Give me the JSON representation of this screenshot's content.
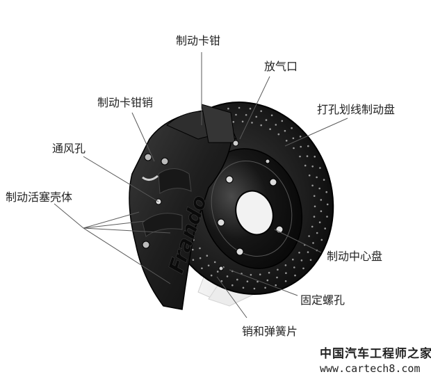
{
  "labels": {
    "caliper": "制动卡钳",
    "bleed_valve": "放气口",
    "drilled_disc": "打孔划线制动盘",
    "caliper_pin": "制动卡钳销",
    "vent_hole": "通风孔",
    "piston_housing": "制动活塞壳体",
    "center_hub": "制动中心盘",
    "mount_bolt_hole": "固定螺孔",
    "pin_and_spring": "销和弹簧片"
  },
  "brand_text": "Frando",
  "watermark": {
    "name": "中国汽车工程师之家",
    "url": "www.cartech8.com"
  },
  "colors": {
    "disc": "#1a1a1a",
    "hub": "#0f0f0f",
    "caliper": "#262626",
    "label_text": "#222222",
    "leader_line": "#5a5a5a"
  }
}
